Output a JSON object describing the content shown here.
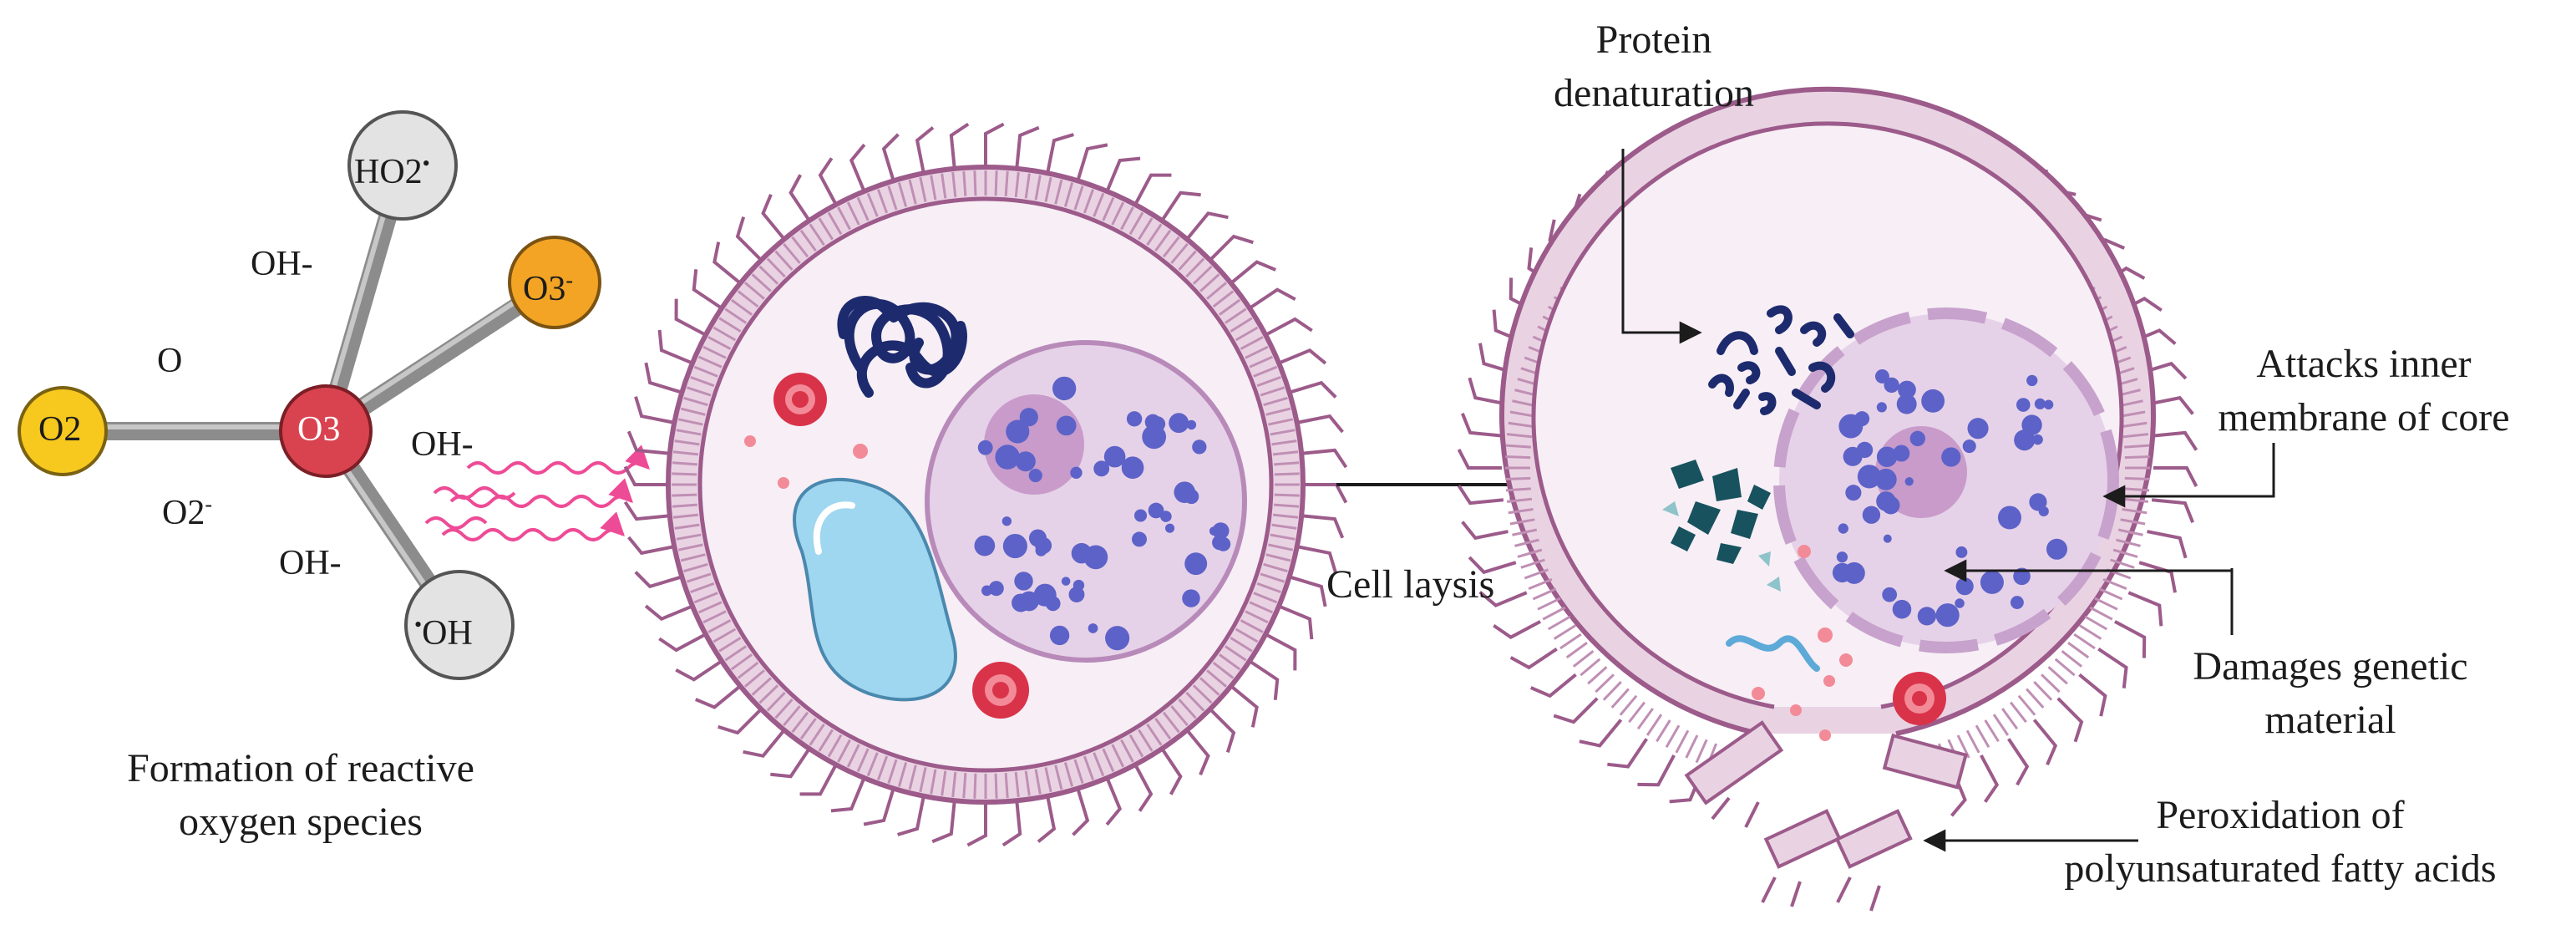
{
  "molecule": {
    "center": "O3",
    "nodes": {
      "o2": "O2",
      "ho2": "HO2",
      "o3minus": "O3",
      "oh": "OH"
    },
    "sup": {
      "ho2": "•",
      "o3minus": "-",
      "oh": "•"
    },
    "free_labels": {
      "oh_top": "OH-",
      "o": "O",
      "oh_right": "OH-",
      "o2_minus": "O2",
      "o2_minus_sup": "-",
      "oh_bottom": "OH-"
    },
    "caption_line1": "Formation of reactive",
    "caption_line2": "oxygen species"
  },
  "process": {
    "arrow_label": "Cell laysis"
  },
  "damaged_cell": {
    "protein_line1": "Protein",
    "protein_line2": "denaturation",
    "membrane_line1": "Attacks inner",
    "membrane_line2": "membrane of core",
    "genetic_line1": "Damages genetic",
    "genetic_line2": "material",
    "lipid_line1": "Peroxidation of",
    "lipid_line2": "polyunsaturated fatty acids"
  },
  "colors": {
    "membrane": "#9c5b8a",
    "membrane_fill": "#e9d3e3",
    "cytoplasm": "#f7eef6",
    "nucleus": "#e6d2e8",
    "nucleolus": "#c89bcb",
    "dna": "#1d2b6e",
    "vacuole": "#9fd6f0",
    "red": "#d9334a",
    "o3_node": "#d9434f",
    "o2_node": "#f7c81e",
    "o3minus_node": "#f3a424",
    "grey_node": "#e3e3e3",
    "bond": "#8c8c8c",
    "wave": "#ee4b96"
  }
}
